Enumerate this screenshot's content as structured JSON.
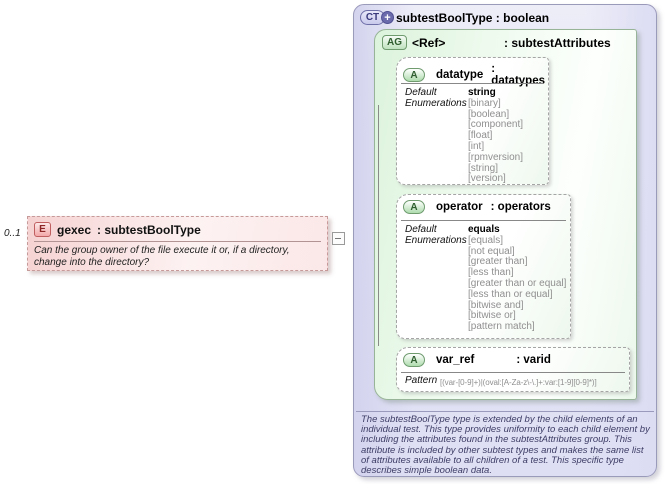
{
  "colors": {
    "element_pink": "#f6d2d2",
    "type_lavender": "#dcdcf3",
    "group_green": "#dcf3dc",
    "line_gray": "#8a8a8a"
  },
  "element": {
    "cardinality": "0..1",
    "badge": "E",
    "name": "gexec",
    "type": ": subtestBoolType",
    "documentation": "Can the group owner of the file execute it or, if a directory, change into the directory?"
  },
  "complex_type": {
    "badge": "CT",
    "plus_icon": "+",
    "title": "subtestBoolType : boolean",
    "annotation": "The subtestBoolType type is extended by the child elements of an individual test.  This type provides uniformity to each child element by including the attributes found in the subtestAttributes group.  This attribute is included by other subtest types and makes the same list of attributes available to all children of a test.  This specific type describes simple boolean data.",
    "attribute_group": {
      "badge": "AG",
      "name": "<Ref>",
      "type": ": subtestAttributes",
      "attributes": [
        {
          "badge": "A",
          "name": "datatype",
          "type": ": datatypes",
          "default_label": "Default",
          "enumerations_label": "Enumerations",
          "default": "string",
          "enumerations": [
            "[binary]",
            "[boolean]",
            "[component]",
            "[float]",
            "[int]",
            "[rpmversion]",
            "[string]",
            "[version]"
          ]
        },
        {
          "badge": "A",
          "name": "operator",
          "type": ": operators",
          "default_label": "Default",
          "enumerations_label": "Enumerations",
          "default": "equals",
          "enumerations": [
            "[equals]",
            "[not equal]",
            "[greater than]",
            "[less than]",
            "[greater than or equal]",
            "[less than or equal]",
            "[bitwise and]",
            "[bitwise or]",
            "[pattern match]"
          ]
        },
        {
          "badge": "A",
          "name": "var_ref",
          "type": ": varid",
          "pattern_label": "Pattern",
          "pattern": "[(var-[0-9]+)|(oval:[A-Za-z\\-\\.]+:var:[1-9][0-9]*)]"
        }
      ]
    }
  }
}
